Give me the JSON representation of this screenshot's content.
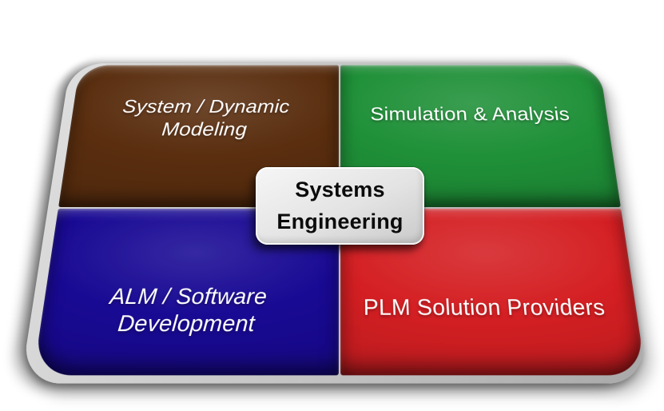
{
  "diagram": {
    "title_box": {
      "line1": "Systems",
      "line2": "Engineering"
    },
    "quadrants": [
      {
        "id": "system-dynamic-modeling",
        "label": "System / Dynamic\nModeling",
        "color": "#5A2E0F",
        "text_style": "italic"
      },
      {
        "id": "simulation-analysis",
        "label": "Simulation & Analysis",
        "color": "#1F9038",
        "text_style": "normal"
      },
      {
        "id": "alm-software-development",
        "label": "ALM / Software\nDevelopment",
        "color": "#190A94",
        "text_style": "italic"
      },
      {
        "id": "plm-solution-providers",
        "label": "PLM Solution Providers",
        "color": "#D41F23",
        "text_style": "normal"
      }
    ],
    "colors": {
      "brown": "#5A2E0F",
      "green": "#1F9038",
      "blue": "#190A94",
      "red": "#D41F23",
      "platform_gray": "#C2C2C2",
      "center_box_gray": "#E4E4E4",
      "quadrant_text": "#FFFFFF",
      "center_text": "#0B0B0B"
    }
  }
}
